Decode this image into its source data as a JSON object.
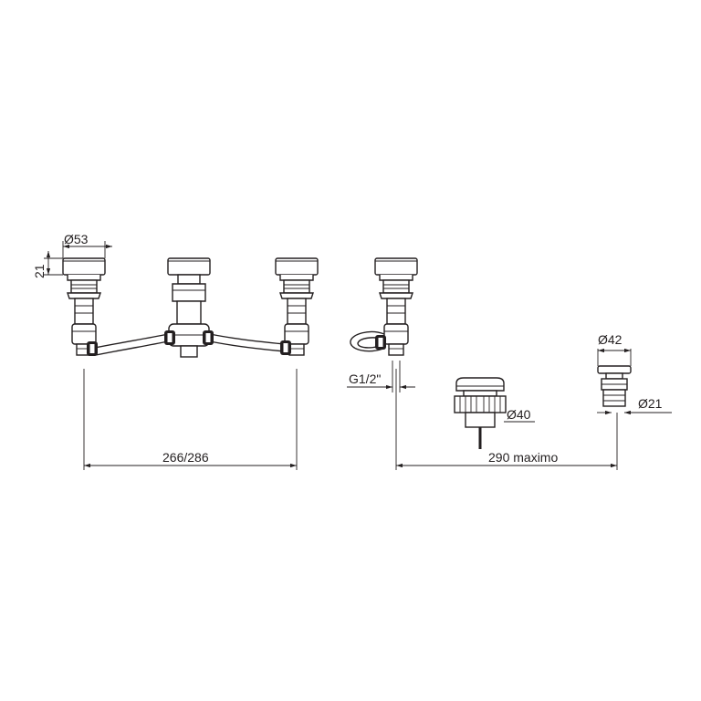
{
  "dimensions": {
    "handle_diameter": "Ø53",
    "handle_height": "21",
    "spacing": "266/286",
    "thread": "G1/2\"",
    "waste_diameter": "Ø40",
    "max_distance": "290 maximo",
    "overflow_diameter": "Ø42",
    "overflow_pipe": "Ø21"
  }
}
